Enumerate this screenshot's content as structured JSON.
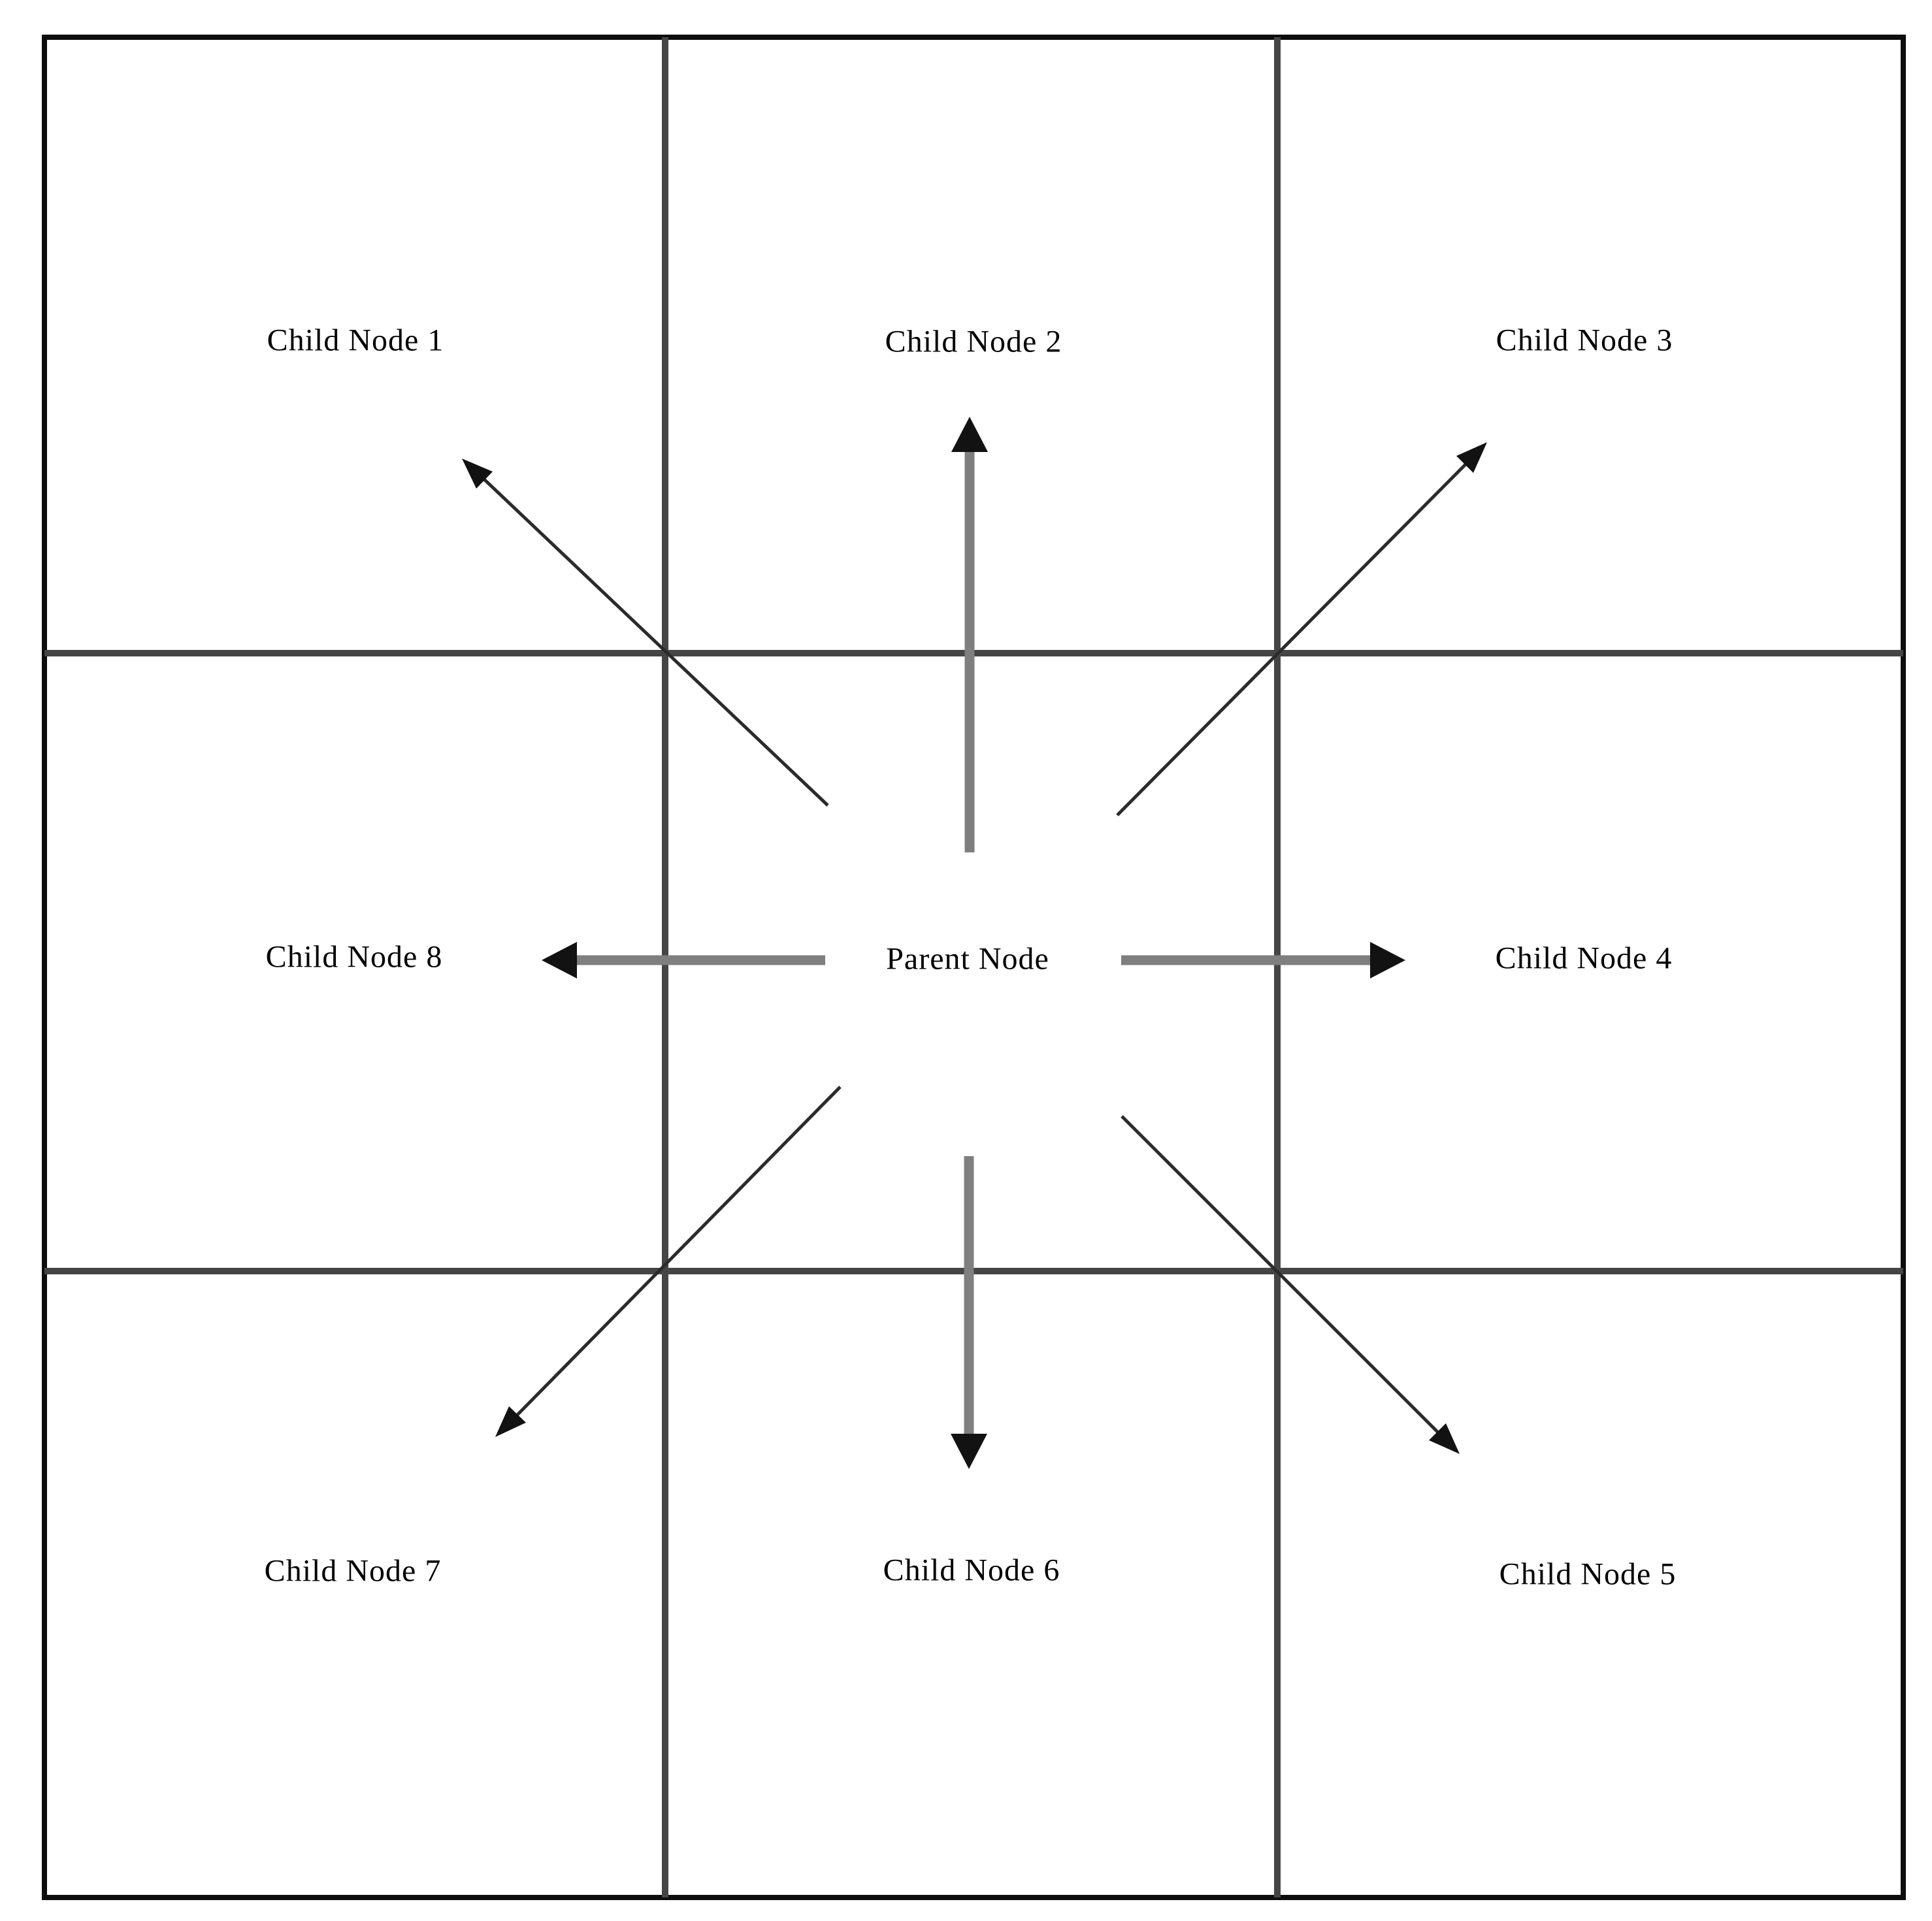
{
  "diagram": {
    "type": "node-relationship-grid",
    "description": "A 3x3 grid of cells. The center cell contains the parent node; the eight surrounding cells contain child nodes. Arrows point outward from the parent node toward each child node.",
    "grid": {
      "rows": 3,
      "cols": 3
    },
    "parent": {
      "label": "Parent Node",
      "position": "middle-center"
    },
    "children": [
      {
        "label": "Child Node 1",
        "position": "top-left"
      },
      {
        "label": "Child Node 2",
        "position": "top-center"
      },
      {
        "label": "Child Node 3",
        "position": "top-right"
      },
      {
        "label": "Child Node 4",
        "position": "middle-right"
      },
      {
        "label": "Child Node 5",
        "position": "bottom-right"
      },
      {
        "label": "Child Node 6",
        "position": "bottom-center"
      },
      {
        "label": "Child Node 7",
        "position": "bottom-left"
      },
      {
        "label": "Child Node 8",
        "position": "middle-left"
      }
    ],
    "arrows": [
      {
        "from": "Parent Node",
        "to": "Child Node 1",
        "direction": "up-left",
        "style": "thin-black"
      },
      {
        "from": "Parent Node",
        "to": "Child Node 2",
        "direction": "up",
        "style": "thick-gray"
      },
      {
        "from": "Parent Node",
        "to": "Child Node 3",
        "direction": "up-right",
        "style": "thin-black"
      },
      {
        "from": "Parent Node",
        "to": "Child Node 4",
        "direction": "right",
        "style": "thick-gray"
      },
      {
        "from": "Parent Node",
        "to": "Child Node 5",
        "direction": "down-right",
        "style": "thin-black"
      },
      {
        "from": "Parent Node",
        "to": "Child Node 6",
        "direction": "down",
        "style": "thick-gray"
      },
      {
        "from": "Parent Node",
        "to": "Child Node 7",
        "direction": "down-left",
        "style": "thin-black"
      },
      {
        "from": "Parent Node",
        "to": "Child Node 8",
        "direction": "left",
        "style": "thick-gray"
      }
    ],
    "colors": {
      "background": "#ffffff",
      "outer_border": "#0d0d0d",
      "inner_grid_line": "#454545",
      "cardinal_arrow_shaft": "#7f7f7f",
      "diagonal_arrow_line": "#2b2b2b",
      "arrowhead": "#121212",
      "text": "#000000"
    }
  }
}
